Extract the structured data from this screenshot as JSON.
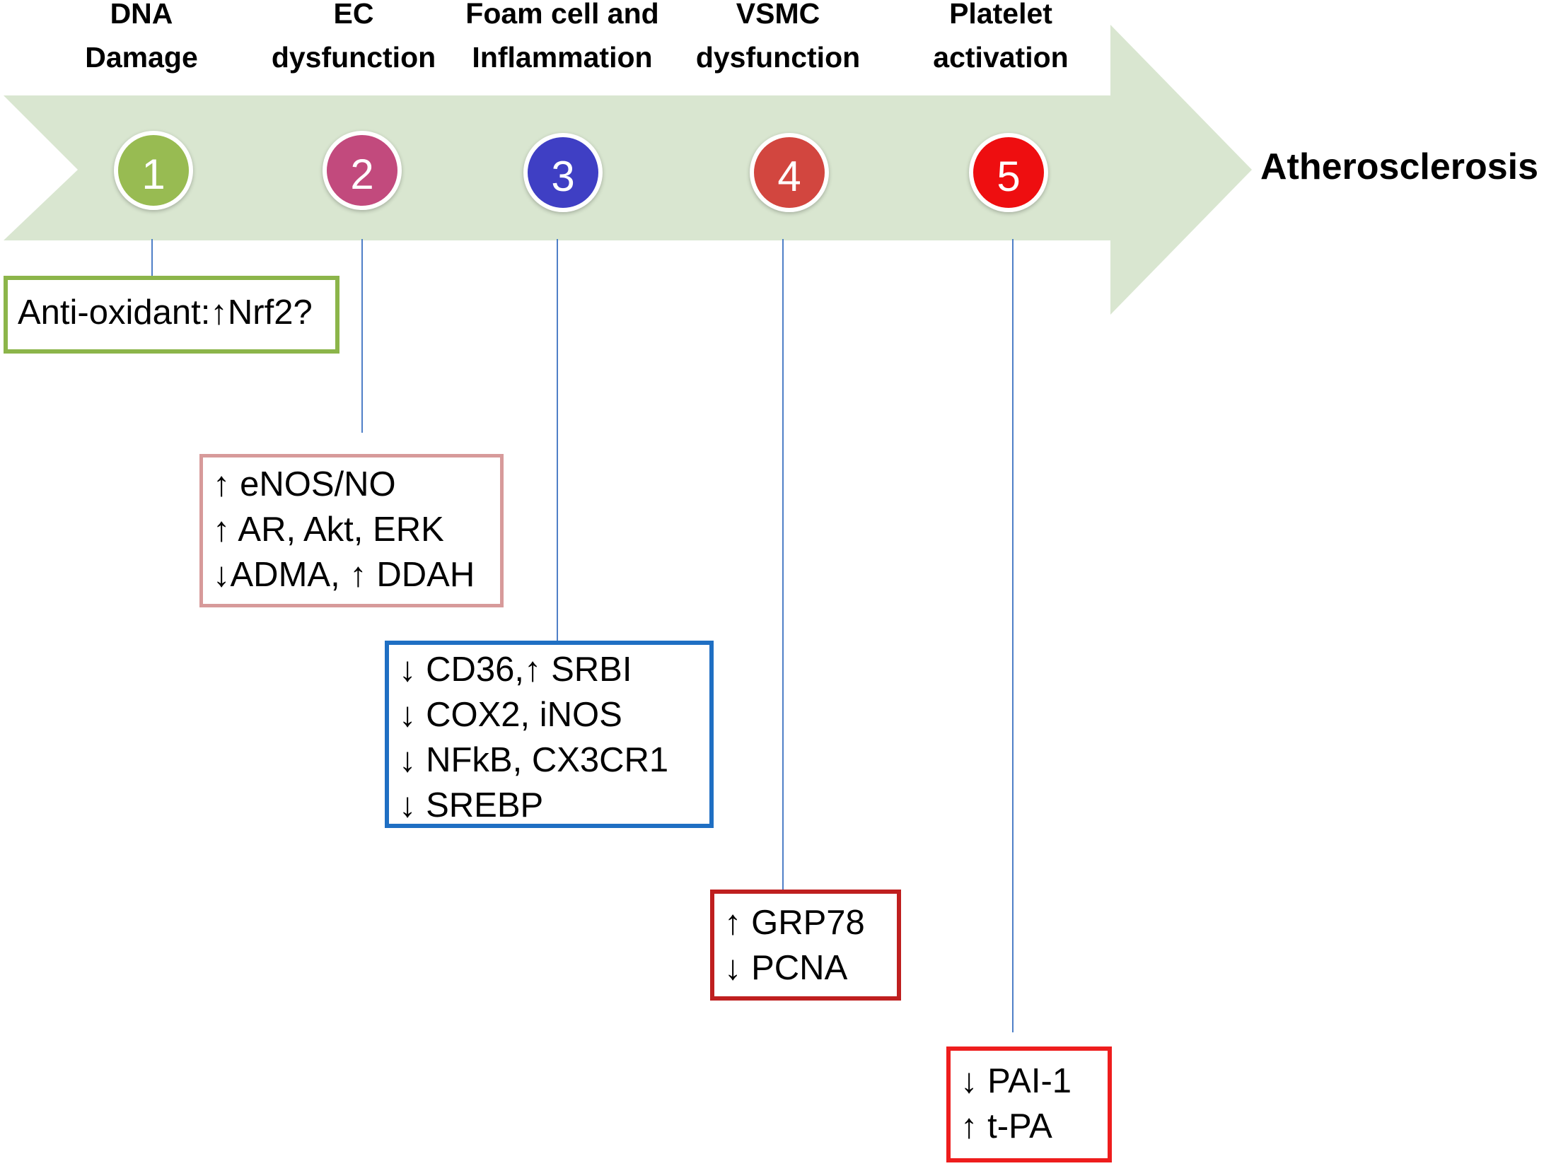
{
  "endpoint": "Atherosclerosis",
  "arrow_color": "#d9e6d0",
  "connector_color": "#4f7fc7",
  "stages": [
    {
      "number": "1",
      "title": [
        "DNA",
        "Damage"
      ],
      "color": "#98bb52",
      "box": {
        "lines": [
          "Anti-oxidant:↑Nrf2?"
        ],
        "border_color": "#8cb54a"
      }
    },
    {
      "number": "2",
      "title": [
        "EC",
        "dysfunction"
      ],
      "color": "#c24a7d",
      "box": {
        "lines": [
          "↑ eNOS/NO",
          "↑ AR, Akt, ERK",
          "↓ADMA, ↑ DDAH"
        ],
        "border_color": "#d79a9a"
      }
    },
    {
      "number": "3",
      "title": [
        "Foam cell and",
        "Inflammation"
      ],
      "color": "#3f3fc4",
      "box": {
        "lines": [
          "↓ CD36,↑ SRBI",
          "↓ COX2, iNOS",
          "↓ NFkB, CX3CR1",
          "↓ SREBP"
        ],
        "border_color": "#1f6fc3"
      }
    },
    {
      "number": "4",
      "title": [
        "VSMC",
        "dysfunction"
      ],
      "color": "#d2463f",
      "box": {
        "lines": [
          "↑ GRP78",
          "↓ PCNA"
        ],
        "border_color": "#bf1f1f"
      }
    },
    {
      "number": "5",
      "title": [
        "Platelet",
        "activation"
      ],
      "color": "#ee0e10",
      "box": {
        "lines": [
          "↓ PAI-1",
          "↑ t-PA"
        ],
        "border_color": "#ee1d1d"
      }
    }
  ]
}
